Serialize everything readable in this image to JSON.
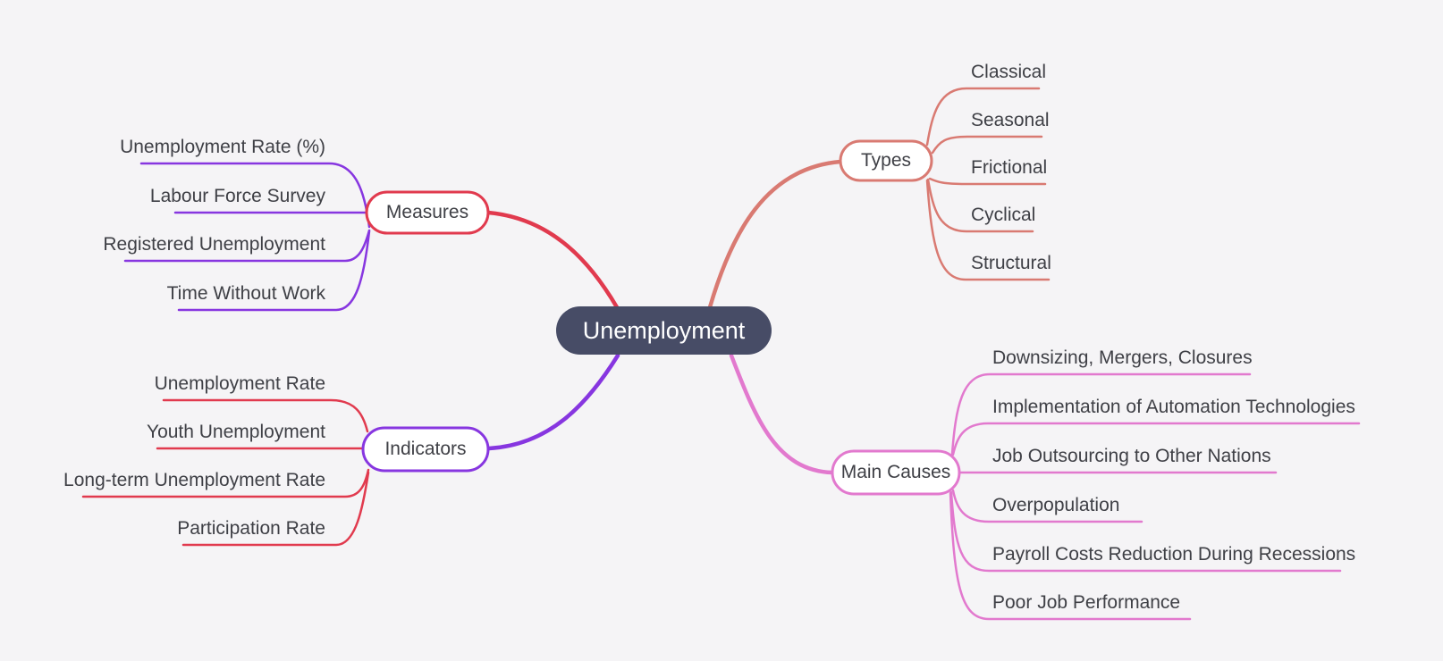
{
  "canvas": {
    "background": "#f5f4f6"
  },
  "colors": {
    "background": "#f5f4f6",
    "center_fill": "#474c66",
    "center_text": "#ffffff",
    "node_fill": "#ffffff",
    "label_text": "#3f4046",
    "red": "#e13a4e",
    "purple": "#8736e0",
    "salmon": "#d97a72",
    "pink": "#e279ce"
  },
  "root": {
    "label": "Unemployment"
  },
  "branches": [
    {
      "label": "Measures",
      "side": "left",
      "node_border_color": "#e13a4e",
      "link_color": "#e13a4e",
      "children_link_color": "#8736e0",
      "children": [
        "Unemployment Rate (%)",
        "Labour Force Survey",
        "Registered Unemployment",
        "Time Without Work"
      ]
    },
    {
      "label": "Indicators",
      "side": "left",
      "node_border_color": "#8736e0",
      "link_color": "#8736e0",
      "children_link_color": "#e13a4e",
      "children": [
        "Unemployment Rate",
        "Youth Unemployment",
        "Long-term Unemployment Rate",
        "Participation Rate"
      ]
    },
    {
      "label": "Types",
      "side": "right",
      "node_border_color": "#d97a72",
      "link_color": "#d97a72",
      "children_link_color": "#d97a72",
      "children": [
        "Classical",
        "Seasonal",
        "Frictional",
        "Cyclical",
        "Structural"
      ]
    },
    {
      "label": "Main Causes",
      "side": "right",
      "node_border_color": "#e279ce",
      "link_color": "#e279ce",
      "children_link_color": "#e279ce",
      "children": [
        "Downsizing, Mergers, Closures",
        "Implementation of Automation Technologies",
        "Job Outsourcing to Other Nations",
        "Overpopulation",
        "Payroll Costs Reduction During Recessions",
        "Poor Job Performance"
      ]
    }
  ]
}
